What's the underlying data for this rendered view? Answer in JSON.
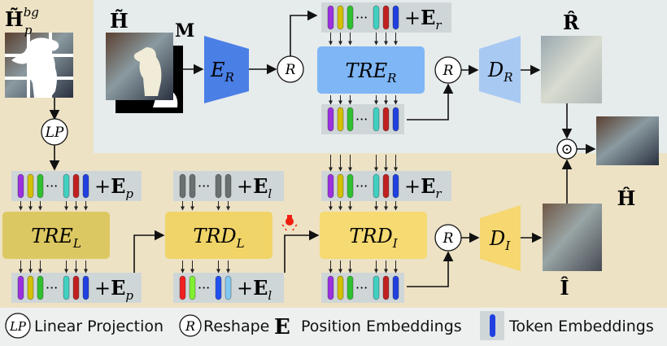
{
  "labels": {
    "h_tilde_p_bg": {
      "base": "H̃",
      "sub": "p",
      "sup": "bg"
    },
    "h_tilde": "H̃",
    "mask": "M",
    "encoder_r": {
      "base": "E",
      "sub": "R"
    },
    "reshape": "R",
    "linear_projection": "LP",
    "tre_r": {
      "base": "TRE",
      "sub": "R"
    },
    "tre_l": {
      "base": "TRE",
      "sub": "L"
    },
    "trd_l": {
      "base": "TRD",
      "sub": "L"
    },
    "trd_i": {
      "base": "TRD",
      "sub": "I"
    },
    "decoder_r": {
      "base": "D",
      "sub": "R"
    },
    "decoder_i": {
      "base": "D",
      "sub": "I"
    },
    "r_hat": "R̂",
    "h_hat": "Ĥ",
    "i_hat": "Î",
    "multiply": "⊙"
  },
  "colors": {
    "background": "#ede2c4",
    "panel": "#e6ebec",
    "encoder_r": "#4a7fe6",
    "tre_r": "#7fb6f5",
    "decoder_r": "#a8c9f2",
    "tre_l": "#dcc862",
    "trd_l": "#f0d468",
    "trd_i": "#f6da72",
    "decoder_i": "#f6d770",
    "strip": "#cfd6d8",
    "bulb": "#f02010"
  },
  "token_strips": [
    {
      "id": "top-r-in",
      "tokens": [
        "#9b30e0",
        "#d4c000",
        "#30c030",
        "#40d0c0",
        "#c02020",
        "#2040e0"
      ],
      "suffix": "E",
      "suffix_sub": "r"
    },
    {
      "id": "top-r-out",
      "tokens": [
        "#9b30e0",
        "#d4c000",
        "#30c030",
        "#40d0c0",
        "#c02020",
        "#2040e0"
      ],
      "suffix": "",
      "suffix_sub": ""
    },
    {
      "id": "p-in",
      "tokens": [
        "#9b30e0",
        "#d4c000",
        "#30c030",
        "#40d0c0",
        "#c02020",
        "#2040e0"
      ],
      "suffix": "E",
      "suffix_sub": "p"
    },
    {
      "id": "l-in",
      "tokens": [
        "#6a7070",
        "#6a7070",
        "#6a7070",
        "#6a7070"
      ],
      "suffix": "E",
      "suffix_sub": "l"
    },
    {
      "id": "r-in",
      "tokens": [
        "#9b30e0",
        "#d4c000",
        "#30c030",
        "#40d0c0",
        "#c02020",
        "#2040e0"
      ],
      "suffix": "E",
      "suffix_sub": "r"
    },
    {
      "id": "p-out",
      "tokens": [
        "#9b30e0",
        "#d4c000",
        "#30c030",
        "#40d0c0",
        "#c02020",
        "#2040e0"
      ],
      "suffix": "E",
      "suffix_sub": "p"
    },
    {
      "id": "l-out",
      "tokens": [
        "#f02020",
        "#80f030",
        "#2050f0",
        "#80c8f0"
      ],
      "suffix": "E",
      "suffix_sub": "l"
    },
    {
      "id": "i-out",
      "tokens": [
        "#9b30e0",
        "#d4c000",
        "#30c030",
        "#40d0c0",
        "#c02020",
        "#2040e0"
      ],
      "suffix": "",
      "suffix_sub": ""
    }
  ],
  "legend": {
    "lp_symbol": "LP",
    "lp_text": "Linear Projection",
    "r_symbol": "R",
    "r_text": "Reshape",
    "e_symbol": "E",
    "e_text": "Position Embeddings",
    "token_color": "#2040e0",
    "token_text": "Token Embeddings"
  }
}
